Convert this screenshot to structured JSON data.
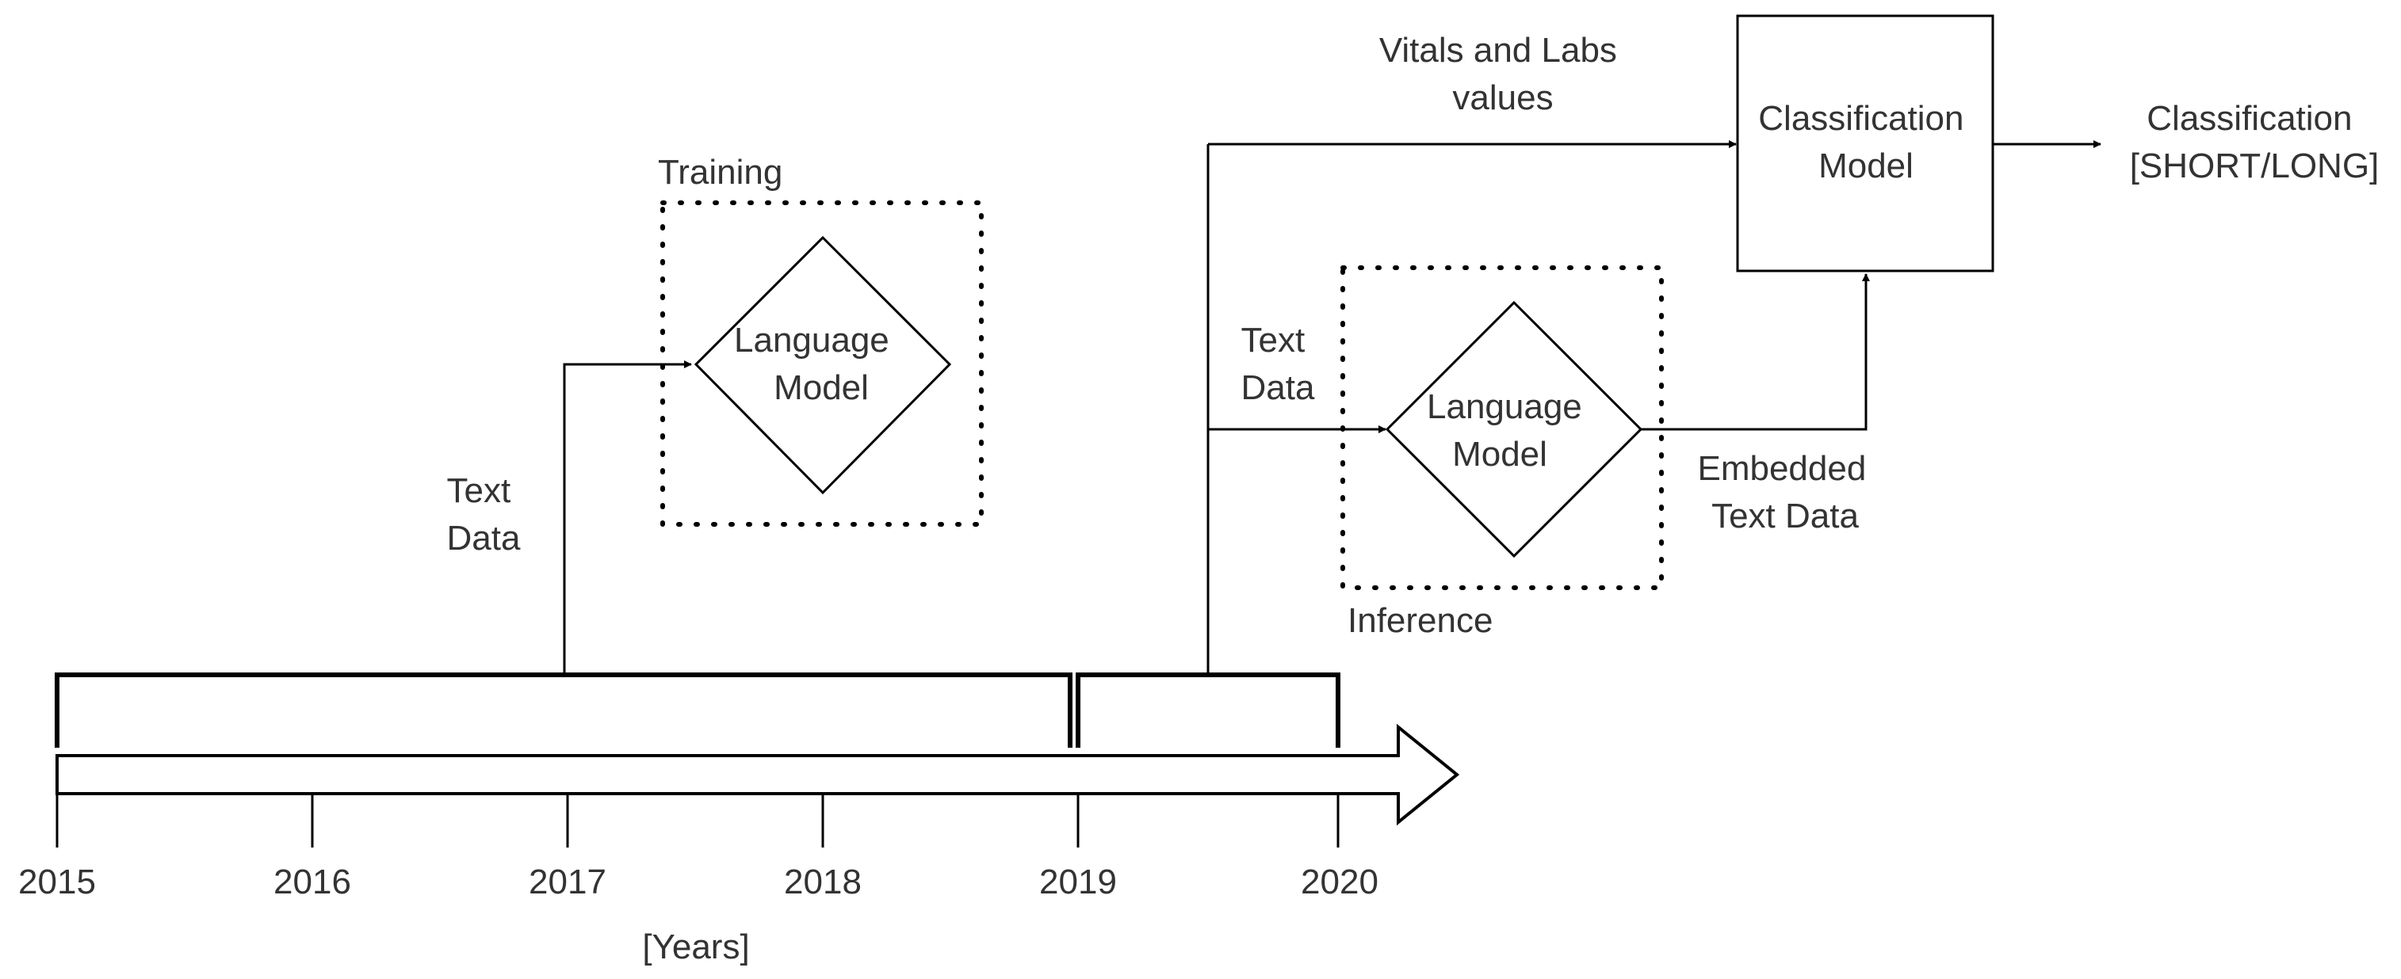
{
  "timeline": {
    "years": [
      "2015",
      "2016",
      "2017",
      "2018",
      "2019",
      "2020"
    ],
    "axis_label": "[Years]"
  },
  "training": {
    "group_label": "Training",
    "input_label": [
      "Text",
      "Data"
    ],
    "model_label": [
      "Language",
      "Model"
    ]
  },
  "inference": {
    "group_label": "Inference",
    "input_label": [
      "Text",
      "Data"
    ],
    "model_label": [
      "Language",
      "Model"
    ],
    "output_label": [
      "Embedded",
      "Text Data"
    ]
  },
  "vitals": {
    "label": [
      "Vitals and Labs",
      "values"
    ]
  },
  "classifier": {
    "model_label": [
      "Classification",
      "Model"
    ],
    "output_label": [
      "Classification",
      "[SHORT/LONG]"
    ]
  },
  "colors": {
    "stroke": "#000000",
    "text": "#333333",
    "background": "#ffffff"
  }
}
